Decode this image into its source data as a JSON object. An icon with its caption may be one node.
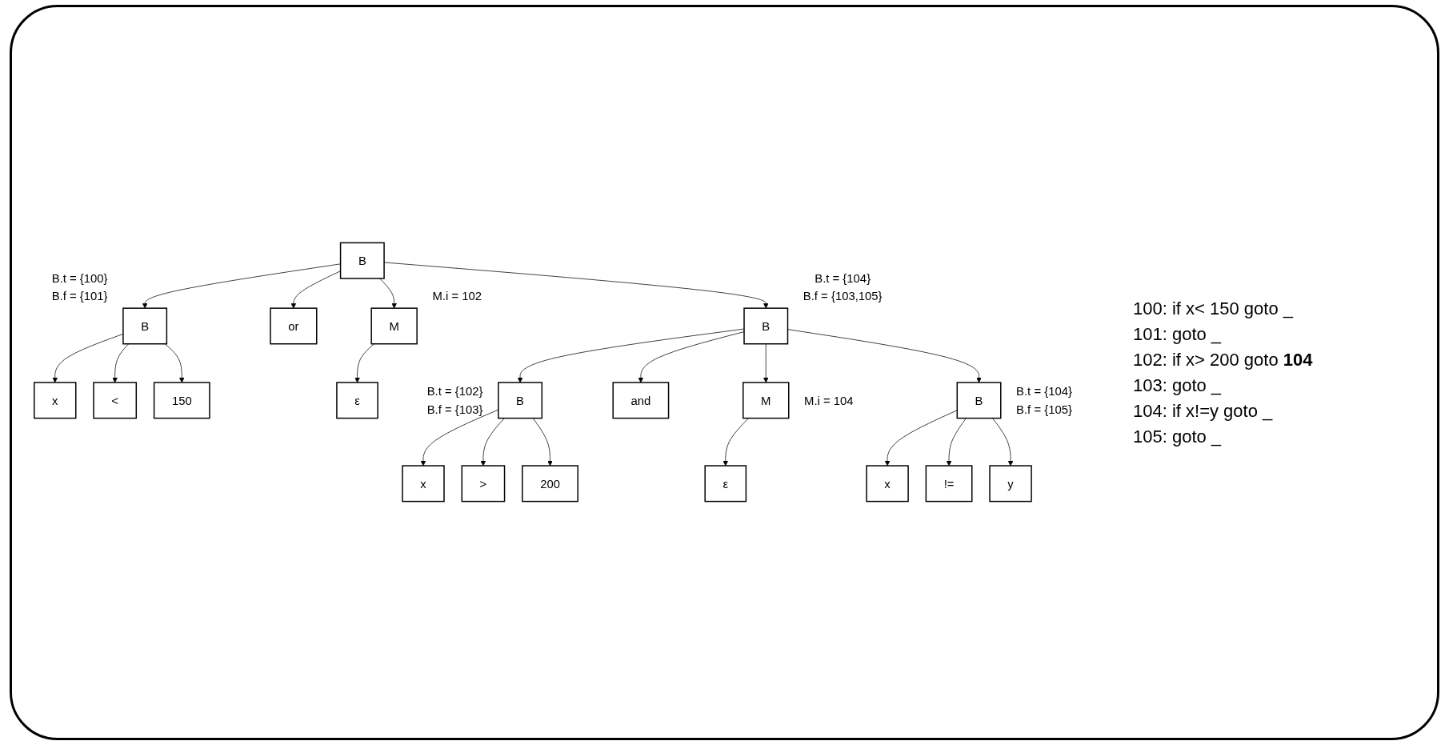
{
  "diagram": {
    "nodes": [
      {
        "text": [
          "B"
        ]
      },
      {
        "text": [
          "B"
        ],
        "beside": [
          "B.t = {100}",
          "B.f = {101}"
        ]
      },
      {
        "text": [
          "or"
        ]
      },
      {
        "text": [
          "M"
        ],
        "beside": [
          "M.i = 102"
        ]
      },
      {
        "text": [
          "B"
        ],
        "beside": [
          "B.t = {104}",
          "B.f = {103,105}"
        ]
      },
      {
        "text": [
          "x"
        ]
      },
      {
        "text": [
          "<"
        ]
      },
      {
        "text": [
          "150"
        ]
      },
      {
        "text": [
          "ε"
        ]
      },
      {
        "text": [
          "and"
        ]
      },
      {
        "text": [
          "B"
        ],
        "beside": [
          "B.t = {102}",
          "B.f = {103}"
        ]
      },
      {
        "text": [
          "M"
        ],
        "beside": [
          "M.i = 104"
        ]
      },
      {
        "text": [
          "B"
        ],
        "beside": [
          "B.t = {104}",
          "B.f = {105}"
        ]
      },
      {
        "text": [
          "ε"
        ]
      },
      {
        "text": [
          "x"
        ]
      },
      {
        "text": [
          ">"
        ]
      },
      {
        "text": [
          "200"
        ]
      },
      {
        "text": [
          "x"
        ]
      },
      {
        "text": [
          "!="
        ]
      },
      {
        "text": [
          "y"
        ]
      }
    ],
    "edges": [
      {
        "from": 0,
        "to": 1,
        "arrow": "to"
      },
      {
        "from": 0,
        "to": 2,
        "arrow": "to"
      },
      {
        "from": 0,
        "to": 3,
        "arrow": "to"
      },
      {
        "from": 0,
        "to": 4,
        "arrow": "to"
      },
      {
        "from": 1,
        "to": 5,
        "arrow": "to"
      },
      {
        "from": 1,
        "to": 6,
        "arrow": "to"
      },
      {
        "from": 1,
        "to": 7,
        "arrow": "to"
      },
      {
        "from": 3,
        "to": 8,
        "arrow": "to"
      },
      {
        "from": 4,
        "to": 10,
        "arrow": "to"
      },
      {
        "from": 4,
        "to": 9,
        "arrow": "to"
      },
      {
        "from": 4,
        "to": 11,
        "arrow": "to"
      },
      {
        "from": 4,
        "to": 12,
        "arrow": "to"
      },
      {
        "from": 11,
        "to": 13,
        "arrow": "to"
      },
      {
        "from": 10,
        "to": 14,
        "arrow": "to"
      },
      {
        "from": 10,
        "to": 15,
        "arrow": "to"
      },
      {
        "from": 10,
        "to": 16,
        "arrow": "to"
      },
      {
        "from": 12,
        "to": 17,
        "arrow": "to"
      },
      {
        "from": 12,
        "to": 18,
        "arrow": "to"
      },
      {
        "from": 12,
        "to": 19,
        "arrow": "to"
      }
    ],
    "labels": [
      "100: if x< 150 goto _",
      "101: goto _",
      "102: if x> 200 goto **104**",
      "103: goto _",
      "104: if x!=y goto _",
      "105: goto _"
    ]
  }
}
